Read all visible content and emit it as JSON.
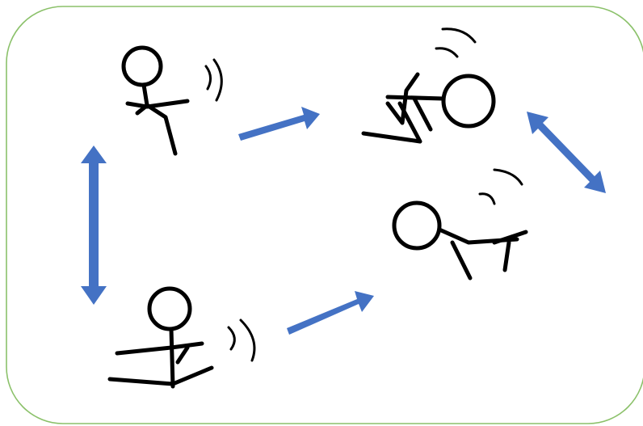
{
  "diagram": {
    "frame_color": "#8bc16a",
    "arrow_color": "#4472c4",
    "figure_color": "#000000",
    "figures": [
      {
        "id": "top-left",
        "pose": "sitting-facing-right"
      },
      {
        "id": "top-right",
        "pose": "lying-sideways-facing-left"
      },
      {
        "id": "middle-right",
        "pose": "lying-sideways-facing-right"
      },
      {
        "id": "bottom-left",
        "pose": "sitting-facing-right"
      }
    ],
    "arrows": [
      {
        "id": "top-left-to-top-right",
        "type": "single"
      },
      {
        "id": "bottom-left-to-middle-right",
        "type": "single"
      },
      {
        "id": "left-vertical",
        "type": "double"
      },
      {
        "id": "right-diagonal",
        "type": "double"
      }
    ]
  }
}
